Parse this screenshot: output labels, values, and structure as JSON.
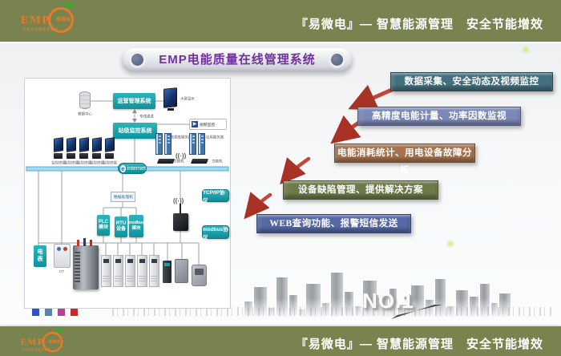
{
  "header": {
    "tagline": "『易微电』— 智慧能源管理　安全节能增效"
  },
  "footer": {
    "tagline": "『易微电』— 智慧能源管理　安全节能增效"
  },
  "logo": {
    "text": "EMP",
    "sub": "易微电",
    "slogan": "易微电智慧能源管理"
  },
  "title": "EMP电能质量在线管理系统",
  "features": [
    {
      "label": "数据采集、安全动态及视频监控",
      "color": "#44707f"
    },
    {
      "label": "高精度电能计量、功率因数监视",
      "color": "#7c89b8"
    },
    {
      "label": "电能消耗统计、用电设备故障分析",
      "color": "#a7734e"
    },
    {
      "label": "设备缺陷管理、提供解决方案",
      "color": "#6d7b4a"
    },
    {
      "label": "WEB查询功能、报警短信发送",
      "color": "#5569a5"
    }
  ],
  "diagram": {
    "data_center": "数据中心",
    "ops_system": "运营管理系统",
    "big_screen": "大屏显示",
    "link": "专线通道",
    "station_system": "站级监控系统",
    "video_monitor": "视频监控",
    "workstations": [
      "监控终端",
      "监控终端",
      "监控终端",
      "监控终端",
      "监控终端"
    ],
    "db_server": "数据库服务器",
    "app_server": "应用服务器",
    "switch1": "交换机",
    "switch2": "交换机",
    "internet": "internet",
    "internet_e": "e",
    "gateway": "数据处理机",
    "plc_line1": "PLC",
    "plc_line2": "模块",
    "rtu_line1": "RTU",
    "rtu_line2": "设备",
    "modbus_line1": "modbus",
    "modbus_line2": "模块",
    "tcpip": "TCP/IP协议",
    "modbus_proto": "modbus协议",
    "meter": "电表",
    "ct": "CT",
    "wifi_glyph": "((·))"
  },
  "skyline": {
    "badge": "NO.1"
  },
  "colors": {
    "bar": "#79834f",
    "title_text": "#7030a0",
    "diagram_teal": "#14a2ab",
    "arrow_red": "#c0392b",
    "bus_blue": "#a6d8f0"
  }
}
